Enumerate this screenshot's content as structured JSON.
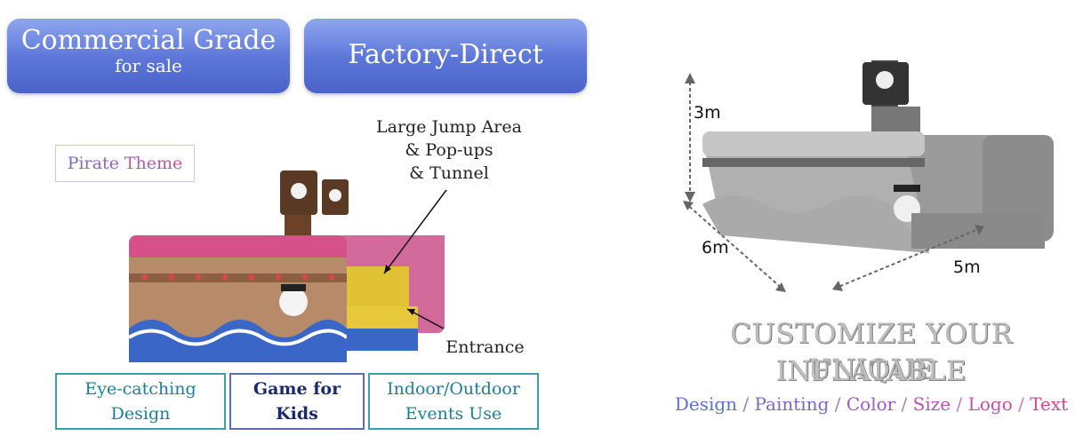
{
  "banners": {
    "commercial_title": "Commercial Grade",
    "commercial_sub": "for sale",
    "factory": "Factory-Direct"
  },
  "theme_label": "Pirate Theme",
  "callouts": {
    "jump_line1": "Large Jump Area",
    "jump_line2": "& Pop-ups",
    "jump_line3": "& Tunnel",
    "entrance": "Entrance"
  },
  "features": {
    "f1_line1": "Eye-catching",
    "f1_line2": "Design",
    "f2_line1": "Game for",
    "f2_line2": "Kids",
    "f3_line1": "Indoor/Outdoor",
    "f3_line2": "Events Use"
  },
  "dimensions": {
    "height": "3m",
    "depth": "6m",
    "width": "5m"
  },
  "customize": {
    "line1": "CUSTOMIZE YOUR UNIQUE",
    "line2": "INFLATABLE"
  },
  "options": {
    "design": "Design",
    "painting": "Painting",
    "color": "Color",
    "size": "Size",
    "logo": "Logo",
    "text": "Text",
    "separator": " / "
  },
  "colors": {
    "banner_blue": "#5b75d8",
    "design": "#5d6fd0",
    "painting": "#7a68c8",
    "color": "#9a5cbf",
    "size": "#b455b0",
    "logo": "#c4509f",
    "text": "#d14a8c"
  }
}
